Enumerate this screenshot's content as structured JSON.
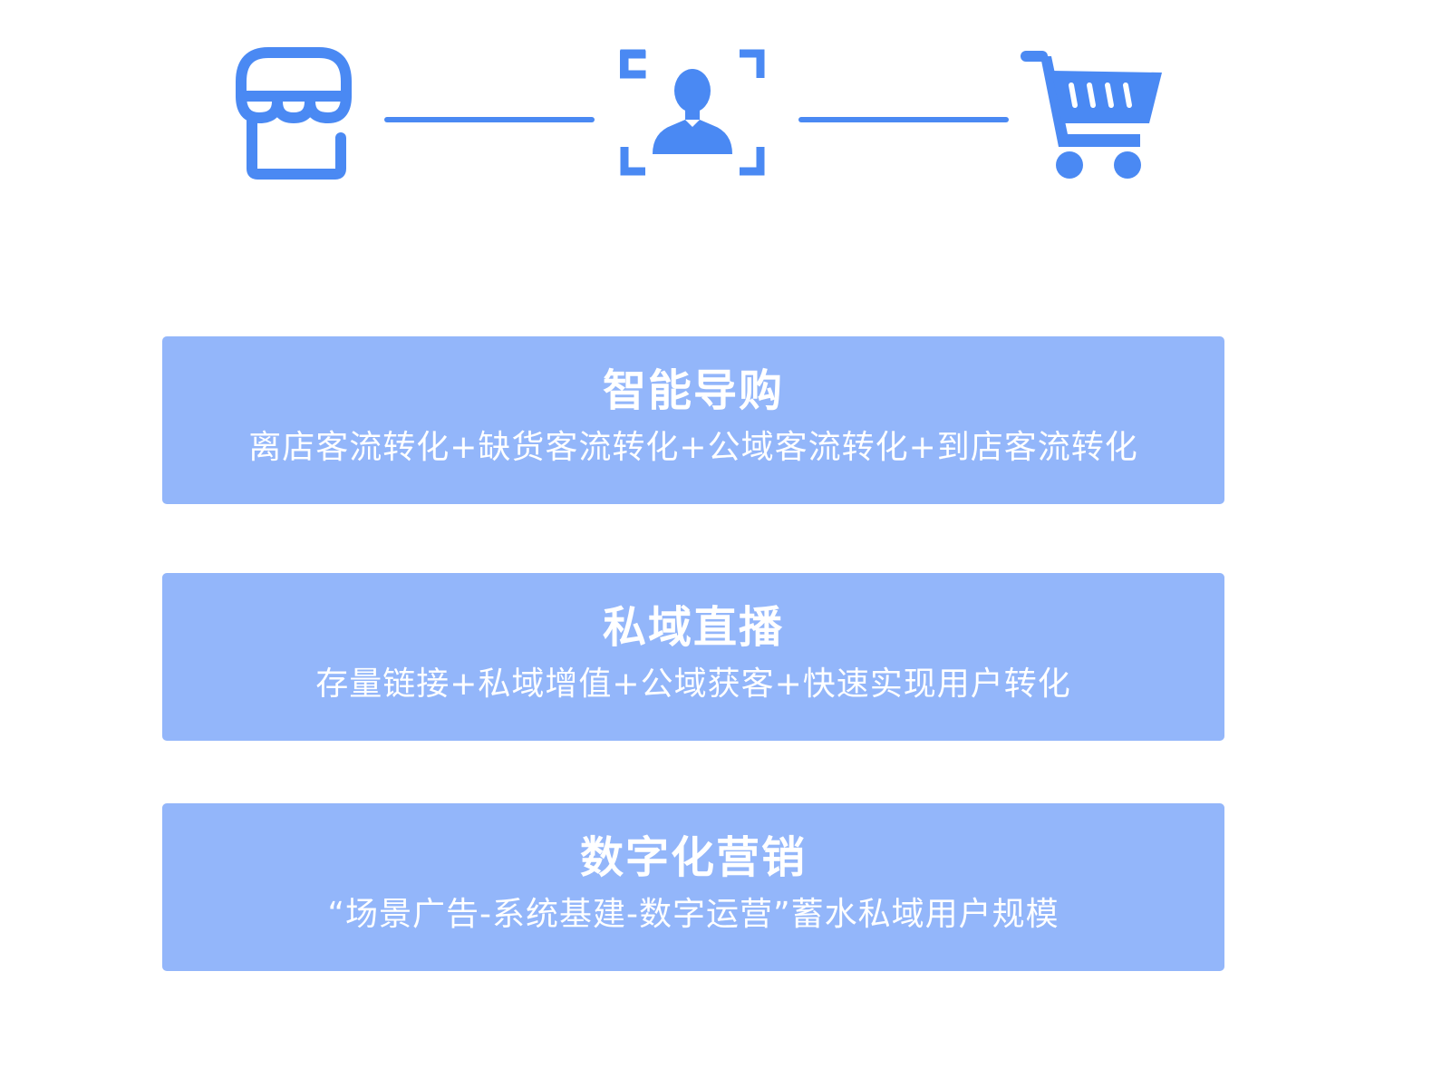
{
  "flow": {
    "icons": [
      {
        "icon": "store-icon"
      },
      {
        "icon": "user-profile-icon"
      },
      {
        "icon": "shopping-cart-icon"
      }
    ],
    "accent_color": "#4a89f3"
  },
  "cards": [
    {
      "title": "智能导购",
      "description": "离店客流转化+缺货客流转化+公域客流转化+到店客流转化"
    },
    {
      "title": "私域直播",
      "description": "存量链接+私域增值+公域获客+快速实现用户转化"
    },
    {
      "title": "数字化营销",
      "description": "“场景广告-系统基建-数字运营”蓄水私域用户规模"
    }
  ],
  "colors": {
    "card_background": "#93b6fa",
    "card_text": "#ffffff",
    "icon": "#4a89f3"
  }
}
